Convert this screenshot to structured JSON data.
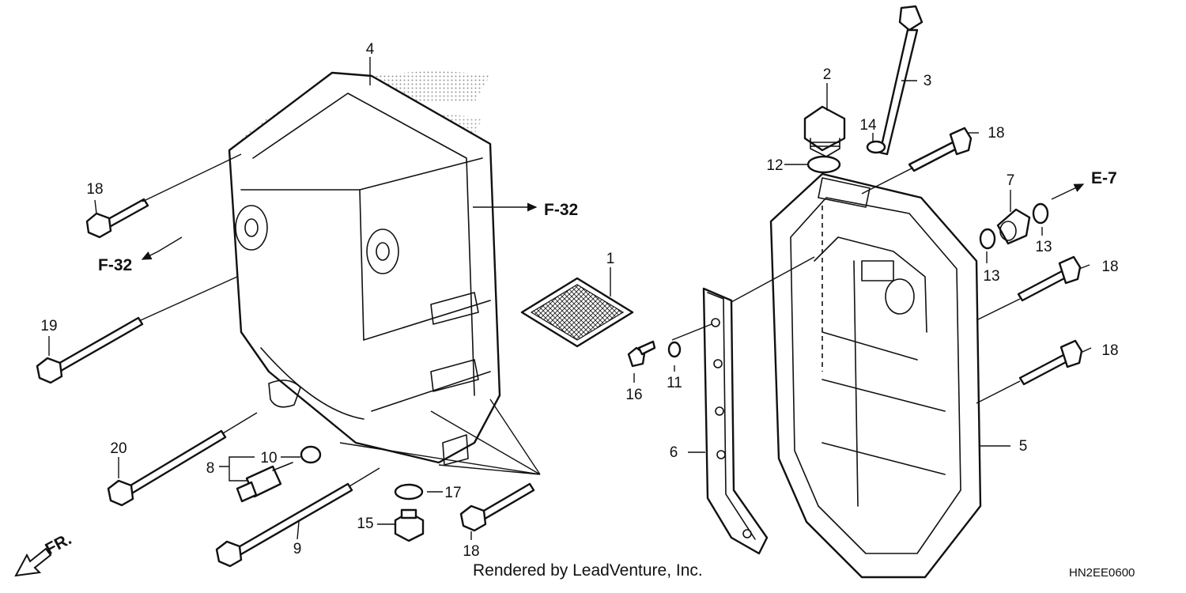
{
  "callouts": {
    "c1": "1",
    "c2": "2",
    "c3": "3",
    "c4": "4",
    "c5": "5",
    "c6": "6",
    "c7": "7",
    "c8": "8",
    "c9": "9",
    "c10": "10",
    "c11": "11",
    "c12": "12",
    "c13a": "13",
    "c13b": "13",
    "c14": "14",
    "c15": "15",
    "c16": "16",
    "c17": "17",
    "c18a": "18",
    "c18b": "18",
    "c18c": "18",
    "c18d": "18",
    "c18e": "18",
    "c19": "19",
    "c20": "20"
  },
  "references": {
    "f32_right": "F-32",
    "f32_left": "F-32",
    "e7": "E-7",
    "front": "FR."
  },
  "footer": {
    "credit": "Rendered by LeadVenture, Inc.",
    "diagram_code": "HN2EE0600"
  },
  "icons": {
    "front_arrow": "arrow-down-left-icon",
    "reference_arrow": "arrow-icon"
  }
}
